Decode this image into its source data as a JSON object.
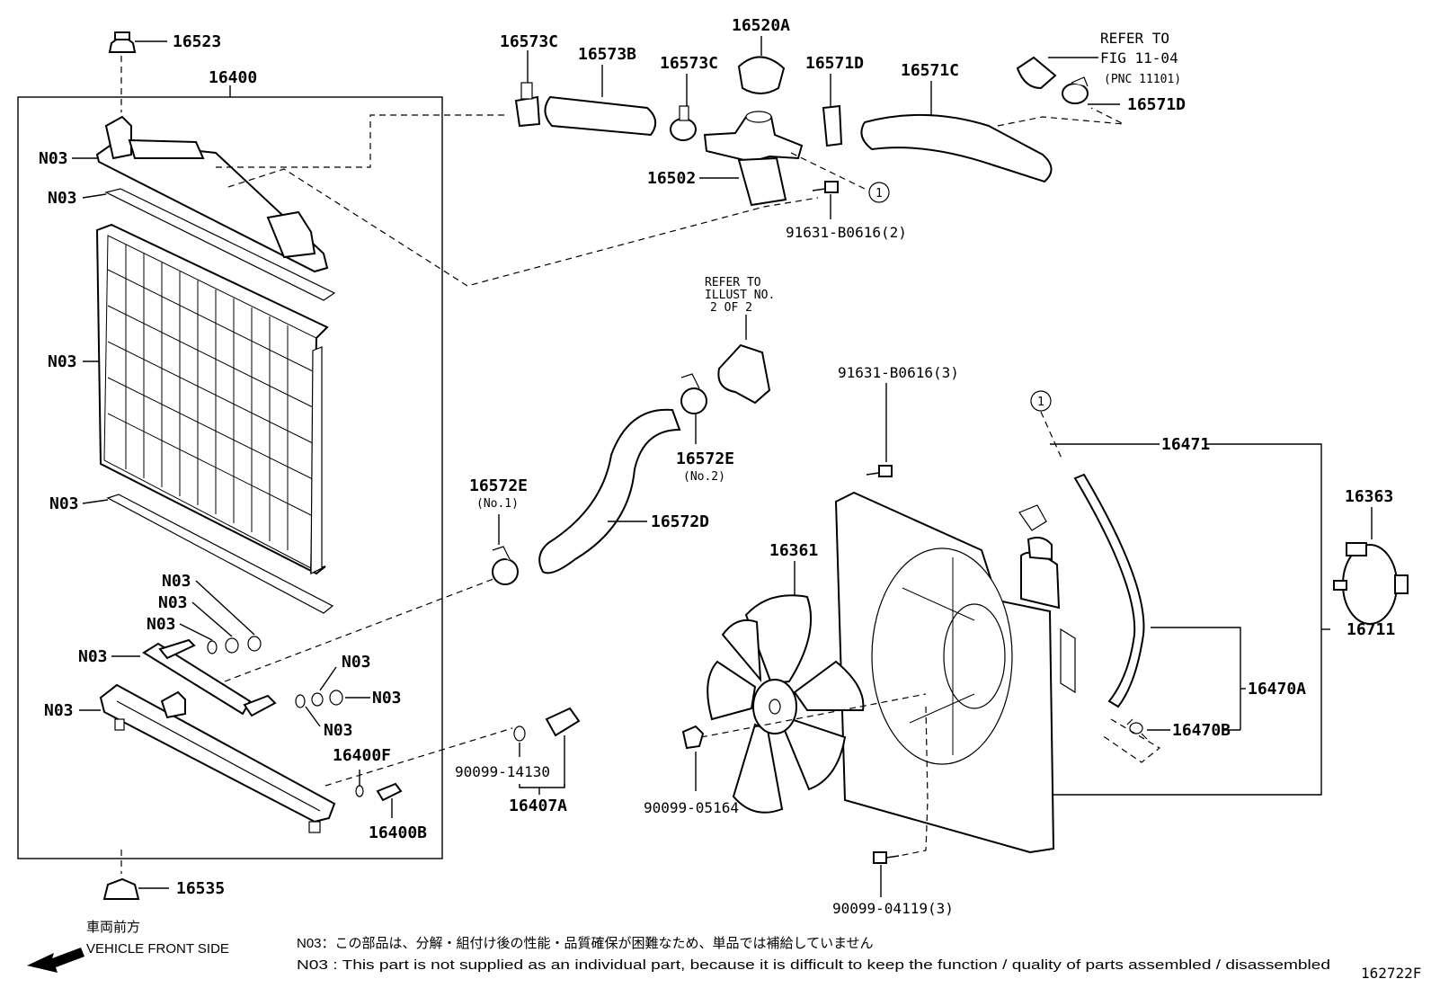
{
  "parts": {
    "p16523": "16523",
    "p16400": "16400",
    "n03": "N03",
    "p16535": "16535",
    "p16400F": "16400F",
    "p16400B": "16400B",
    "p16573C": "16573C",
    "p16573B": "16573B",
    "p16520A": "16520A",
    "p16571D": "16571D",
    "p16571C": "16571C",
    "p16502": "16502",
    "p91631_2": "91631-B0616(2)",
    "p16572E": "16572E",
    "no1": "(No.1)",
    "no2": "(No.2)",
    "p16572D": "16572D",
    "p90099_14130": "90099-14130",
    "p16407A": "16407A",
    "p91631_3": "91631-B0616(3)",
    "p16471": "16471",
    "p16363": "16363",
    "p16361": "16361",
    "p16711": "16711",
    "p16470A": "16470A",
    "p16470B": "16470B",
    "p90099_05164": "90099-05164",
    "p90099_04119": "90099-04119(3)",
    "circle1": "1"
  },
  "refs": {
    "fig_line1": "REFER TO",
    "fig_line2": "FIG 11-04",
    "fig_line3": "(PNC 11101)",
    "illust_line1": "REFER TO",
    "illust_line2": "ILLUST NO.",
    "illust_line3": "2 OF 2"
  },
  "direction": {
    "jp": "車両前方",
    "en": "VEHICLE FRONT SIDE"
  },
  "notes": {
    "jp": "N03：この部品は、分解・組付け後の性能・品質確保が困難なため、単品では補給していません",
    "en": "N03 : This part is not supplied as an individual part, because it is difficult to keep the function / quality of parts assembled / disassembled"
  },
  "figure_number": "162722F"
}
